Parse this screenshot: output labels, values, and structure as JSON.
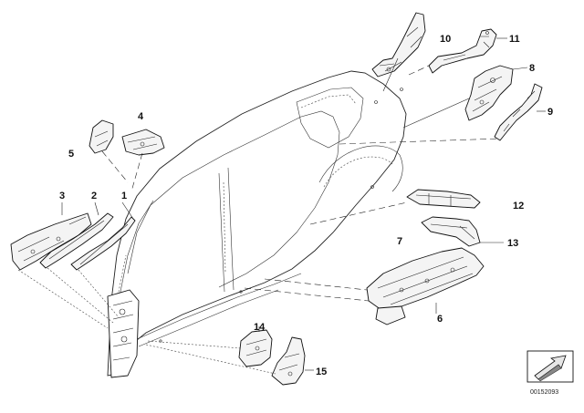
{
  "diagram": {
    "callouts": [
      {
        "key": "c1",
        "label": "1"
      },
      {
        "key": "c2",
        "label": "2"
      },
      {
        "key": "c3",
        "label": "3"
      },
      {
        "key": "c4",
        "label": "4"
      },
      {
        "key": "c5",
        "label": "5"
      },
      {
        "key": "c6",
        "label": "6"
      },
      {
        "key": "c7",
        "label": "7"
      },
      {
        "key": "c8",
        "label": "8"
      },
      {
        "key": "c9",
        "label": "9"
      },
      {
        "key": "c10",
        "label": "10"
      },
      {
        "key": "c11",
        "label": "11"
      },
      {
        "key": "c12",
        "label": "12"
      },
      {
        "key": "c13",
        "label": "13"
      },
      {
        "key": "c14",
        "label": "14"
      },
      {
        "key": "c15",
        "label": "15"
      }
    ],
    "doc_id": "00152093",
    "colors": {
      "line": "#222222",
      "background": "#ffffff"
    }
  }
}
